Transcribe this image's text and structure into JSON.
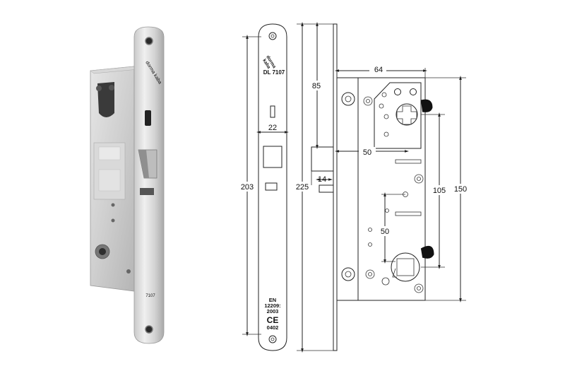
{
  "product_photo": {
    "brand_text": "dorma kaba",
    "model_stamp": "7107"
  },
  "faceplate": {
    "brand_line1": "dorma",
    "brand_line2": "kaba",
    "model": "DL 7107",
    "standard_lines": [
      "EN",
      "12209:",
      "2003"
    ],
    "ce_mark": "CE",
    "ce_number": "0402"
  },
  "dimensions": {
    "faceplate_width": "22",
    "faceplate_height": "203",
    "overall_height": "225",
    "backset": "64",
    "top_to_follower": "85",
    "latch_projection": "14",
    "latch_to_follower": "50",
    "centers_inner": "105",
    "centers_outer": "150",
    "cylinder_to_screw": "50"
  },
  "colors": {
    "steel_light": "#e8e8e8",
    "steel_mid": "#b8b8b8",
    "steel_dark": "#7a7a7a",
    "line": "#222222"
  }
}
